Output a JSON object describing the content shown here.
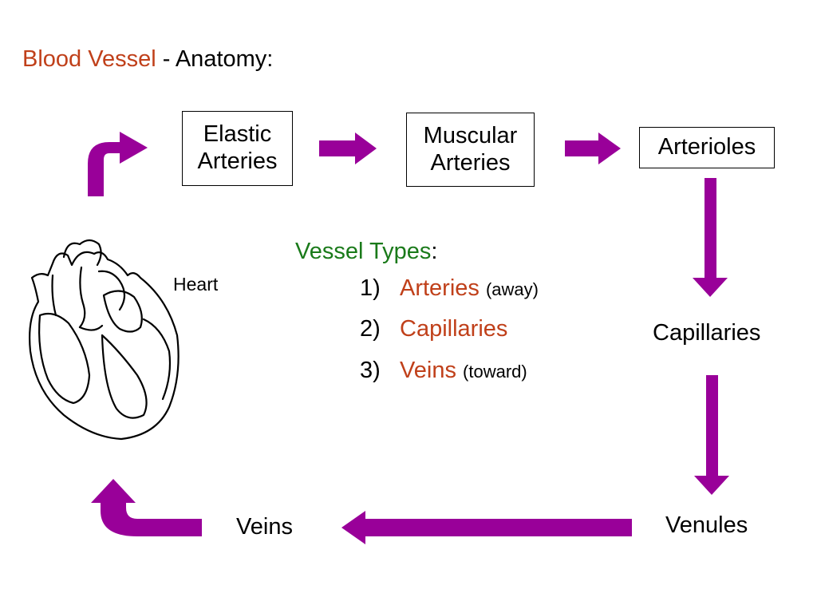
{
  "title": {
    "highlight": "Blood Vessel",
    "rest": " - Anatomy:"
  },
  "nodes": {
    "elastic_arteries": [
      "Elastic",
      "Arteries"
    ],
    "muscular_arteries": [
      "Muscular",
      "Arteries"
    ],
    "arterioles": "Arterioles",
    "capillaries": "Capillaries",
    "venules": "Venules",
    "veins": "Veins",
    "heart": "Heart"
  },
  "vessel_types": {
    "heading": "Vessel Types",
    "colon": ":",
    "items": [
      {
        "number": "1)",
        "name": "Arteries",
        "note": "(away)"
      },
      {
        "number": "2)",
        "name": "Capillaries",
        "note": ""
      },
      {
        "number": "3)",
        "name": "Veins",
        "note": "(toward)"
      }
    ]
  },
  "colors": {
    "title_accent": "#c0401a",
    "heading_green": "#1a7a1a",
    "vessel_name": "#c0401a",
    "arrow": "#990099"
  },
  "icons": {
    "heart": "heart-outline-icon",
    "arrow": "flow-arrow-icon"
  }
}
